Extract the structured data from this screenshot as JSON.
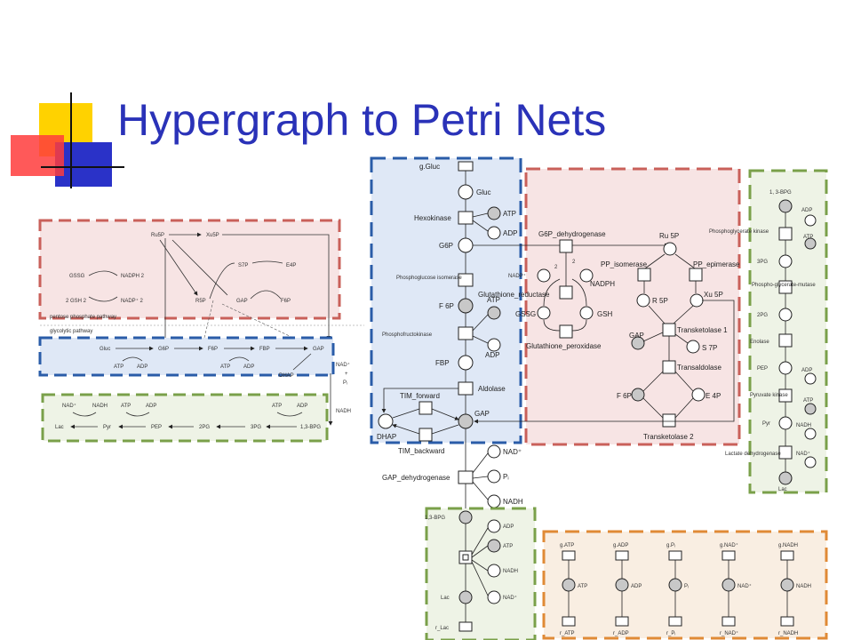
{
  "slide": {
    "title": "Hypergraph to Petri Nets",
    "accent_colors": {
      "yellow": "#ffd200",
      "red": "#ff3c3c",
      "blue": "#2a32c8",
      "title": "#2a32b8"
    }
  },
  "hypergraph": {
    "pentose": {
      "nodes": [
        "Ru5P",
        "Xu5P",
        "GSSG",
        "NADPH 2",
        "2 GSH 2",
        "NADP⁺ 2",
        "S7P",
        "E4P",
        "R5P",
        "GAP",
        "F6P"
      ],
      "caption": "pentose phosphate pathway"
    },
    "glycolytic_caption": "glycolytic pathway",
    "upper": {
      "nodes": [
        "Gluc",
        "G6P",
        "F6P",
        "FBP",
        "GAP",
        "ATP",
        "ADP",
        "ATP",
        "ADP",
        "DHAP"
      ]
    },
    "side": {
      "nad": "NAD⁺",
      "plus": "+",
      "pi": "Pᵢ",
      "nadh": "NADH"
    },
    "lower": {
      "nodes": [
        "NAD⁺",
        "NADH",
        "ATP",
        "ADP",
        "Lac",
        "Pyr",
        "PEP",
        "2PG",
        "3PG",
        "1,3-BPG",
        "ATP",
        "ADP"
      ]
    }
  },
  "petri_blue": {
    "places": [
      "g.Gluc",
      "Gluc",
      "ATP",
      "ADP",
      "G6P",
      "F 6P",
      "ATP",
      "ADP",
      "FBP",
      "GAP",
      "DHAP"
    ],
    "transitions": [
      "Hexokinase",
      "Phosphoglucose isomerase",
      "Phosphofructokinase",
      "Aldolase",
      "TIM_forward",
      "TIM_backward"
    ]
  },
  "petri_red": {
    "labels": [
      "G6P_dehydrogenase",
      "Ru 5P",
      "PP_isomerase",
      "PP_epimerase",
      "NADP⁺",
      "2",
      "2",
      "NADPH",
      "Glutathione_reductase",
      "GSSG",
      "GSH",
      "Glutathione_peroxidase",
      "R 5P",
      "Xu 5P",
      "GAP",
      "Transketolase 1",
      "S 7P",
      "Transaldolase",
      "F 6P",
      "E 4P",
      "Transketolase 2"
    ]
  },
  "petri_green_right": {
    "labels": [
      "1, 3-BPG",
      "ADP",
      "Phosphoglycerate kinase",
      "ATP",
      "3PG",
      "Phospho-glycerate-mutase",
      "2PG",
      "Enolase",
      "PEP",
      "ADP",
      "Pyruvate kinase",
      "ATP",
      "Pyr",
      "NADH",
      "Lactate dehydrogenase",
      "NAD⁺",
      "Lac"
    ]
  },
  "petri_center": {
    "labels": [
      "NAD⁺",
      "GAP_dehydrogenase",
      "Pᵢ",
      "NADH"
    ]
  },
  "petri_green_bottom": {
    "labels": [
      "1,3-BPG",
      "ADP",
      "ATP",
      "NADH",
      "Lac",
      "NAD⁺",
      "r_Lac"
    ]
  },
  "petri_orange": {
    "generators": [
      "g.ATP",
      "g.ADP",
      "g.Pᵢ",
      "g.NAD⁺",
      "g.NADH"
    ],
    "places": [
      "ATP",
      "ADP",
      "Pᵢ",
      "NAD⁺",
      "NADH"
    ],
    "removers": [
      "r_ATP",
      "r_ADP",
      "r_Pᵢ",
      "r_NAD⁺",
      "r_NADH"
    ]
  }
}
